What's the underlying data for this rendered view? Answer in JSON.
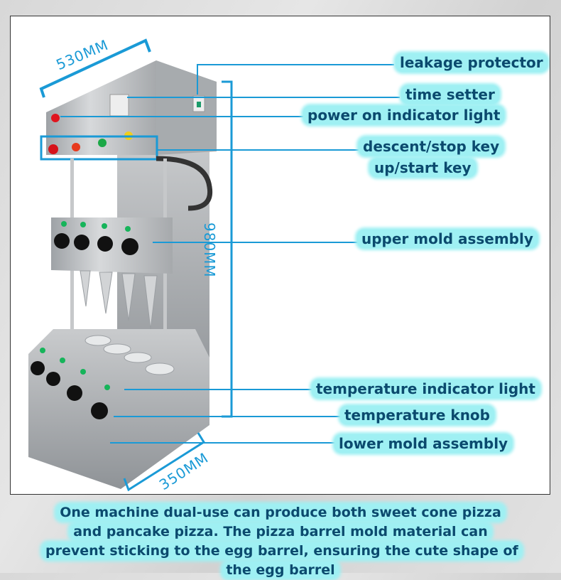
{
  "diagram": {
    "subject": "Pizza cone machine",
    "dimensions": {
      "width": "530MM",
      "height": "980MM",
      "depth": "350MM"
    },
    "callouts": [
      {
        "id": "leakage-protector",
        "label": "leakage protector"
      },
      {
        "id": "time-setter",
        "label": "time setter"
      },
      {
        "id": "power-on-indicator-light",
        "label": "power on indicator light"
      },
      {
        "id": "descent-stop-key",
        "label": "descent/stop key"
      },
      {
        "id": "up-start-key",
        "label": "up/start key"
      },
      {
        "id": "upper-mold-assembly",
        "label": "upper mold assembly"
      },
      {
        "id": "temperature-indicator-light",
        "label": "temperature indicator light"
      },
      {
        "id": "temperature-knob",
        "label": "temperature knob"
      },
      {
        "id": "lower-mold-assembly",
        "label": "lower mold assembly"
      }
    ],
    "caption": "One machine dual-use can produce both sweet cone pizza and pancake pizza. The pizza barrel mold material can prevent sticking to the egg barrel, ensuring the cute shape of the egg barrel",
    "colors": {
      "line": "#1a9ad6",
      "label_bg": "#9ff0f3",
      "label_text": "#0b4a6e",
      "steel": "#b9bcbf"
    }
  }
}
